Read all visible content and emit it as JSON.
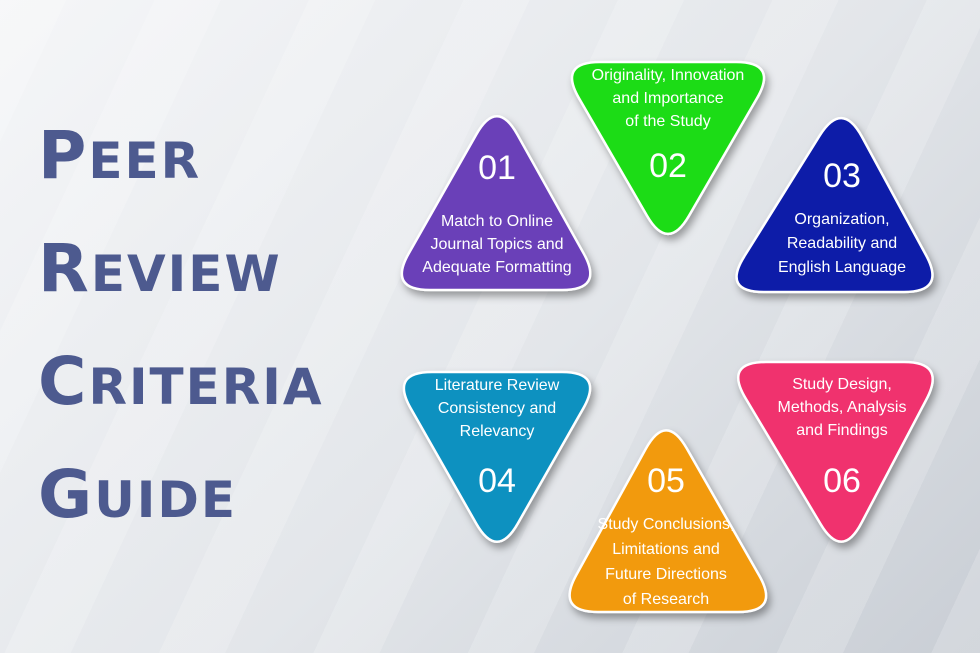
{
  "title": {
    "lines": [
      {
        "first": "P",
        "rest": "EER"
      },
      {
        "first": "R",
        "rest": "EVIEW"
      },
      {
        "first": "C",
        "rest": "RITERIA"
      },
      {
        "first": "G",
        "rest": "UIDE"
      }
    ]
  },
  "criteria": [
    {
      "number": "01",
      "lines": [
        "Match to Online",
        "Journal Topics and",
        "Adequate Formatting"
      ],
      "color": "#6a3fb8"
    },
    {
      "number": "02",
      "lines": [
        "Originality, Innovation",
        "and Importance",
        "of the Study"
      ],
      "color": "#1fdc18"
    },
    {
      "number": "03",
      "lines": [
        "Organization,",
        "Readability and",
        "English Language"
      ],
      "color": "#0a1aa8"
    },
    {
      "number": "04",
      "lines": [
        "Literature Review",
        "Consistency and",
        "Relevancy"
      ],
      "color": "#1191c0"
    },
    {
      "number": "05",
      "lines": [
        "Study Conclusions,",
        "Limitations and",
        "Future Directions",
        "of Research"
      ],
      "color": "#f29a0b"
    },
    {
      "number": "06",
      "lines": [
        "Study Design,",
        "Methods, Analysis",
        "and Findings"
      ],
      "color": "#f0306e"
    }
  ]
}
